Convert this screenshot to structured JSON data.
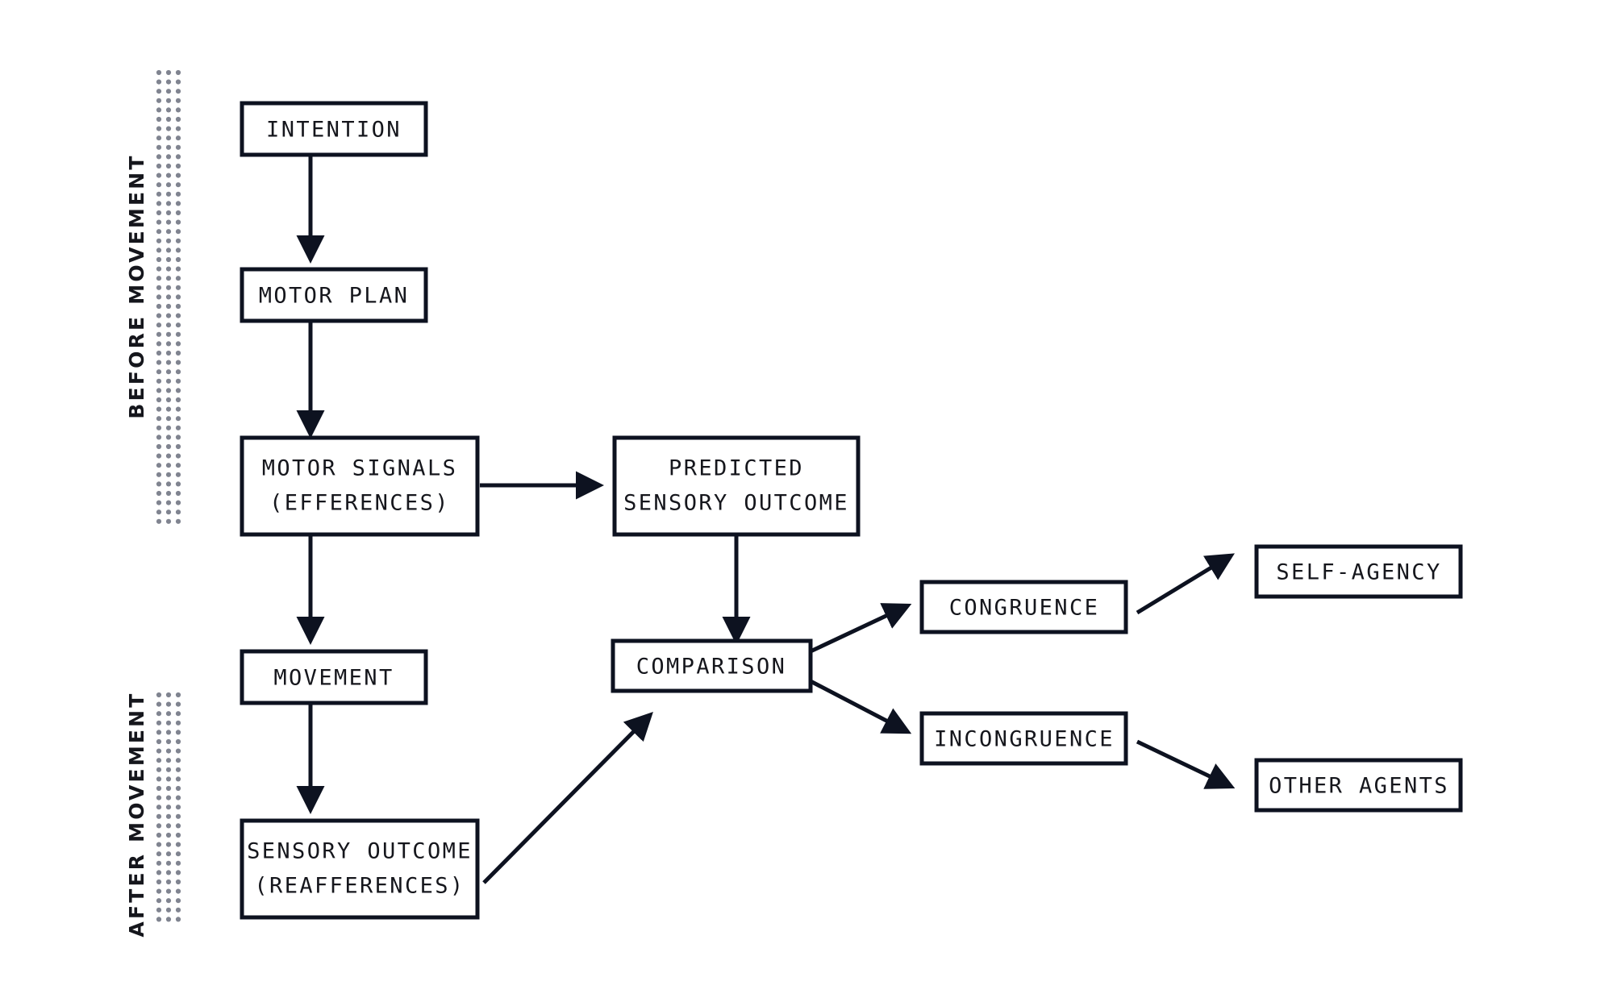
{
  "diagram": {
    "title": "Sense of agency comparator model flowchart",
    "background_color": "#ffffff",
    "stroke_color": "#0d1220",
    "text_color": "#15161c",
    "dot_color": "#808490",
    "phases": [
      {
        "id": "before",
        "label": "BEFORE MOVEMENT"
      },
      {
        "id": "after",
        "label": "AFTER MOVEMENT"
      }
    ],
    "nodes": [
      {
        "id": "intention",
        "label": "INTENTION",
        "lines": [
          "INTENTION"
        ]
      },
      {
        "id": "motor-plan",
        "label": "MOTOR PLAN",
        "lines": [
          "MOTOR PLAN"
        ]
      },
      {
        "id": "motor-signals",
        "label": "MOTOR SIGNALS (EFFERENCES)",
        "lines": [
          "MOTOR SIGNALS",
          "(EFFERENCES)"
        ]
      },
      {
        "id": "predicted-sensory",
        "label": "PREDICTED SENSORY OUTCOME",
        "lines": [
          "PREDICTED",
          "SENSORY OUTCOME"
        ]
      },
      {
        "id": "movement",
        "label": "MOVEMENT",
        "lines": [
          "MOVEMENT"
        ]
      },
      {
        "id": "comparison",
        "label": "COMPARISON",
        "lines": [
          "COMPARISON"
        ]
      },
      {
        "id": "sensory-outcome",
        "label": "SENSORY OUTCOME (REAFFERENCES)",
        "lines": [
          "SENSORY OUTCOME",
          "(REAFFERENCES)"
        ]
      },
      {
        "id": "congruence",
        "label": "CONGRUENCE",
        "lines": [
          "CONGRUENCE"
        ]
      },
      {
        "id": "incongruence",
        "label": "INCONGRUENCE",
        "lines": [
          "INCONGRUENCE"
        ]
      },
      {
        "id": "self-agency",
        "label": "SELF-AGENCY",
        "lines": [
          "SELF-AGENCY"
        ]
      },
      {
        "id": "other-agents",
        "label": "OTHER AGENTS",
        "lines": [
          "OTHER AGENTS"
        ]
      }
    ],
    "edges": [
      {
        "id": "e1",
        "from": "intention",
        "to": "motor-plan",
        "direction": "down"
      },
      {
        "id": "e2",
        "from": "motor-plan",
        "to": "motor-signals",
        "direction": "down"
      },
      {
        "id": "e3",
        "from": "motor-signals",
        "to": "predicted-sensory",
        "direction": "right"
      },
      {
        "id": "e4",
        "from": "motor-signals",
        "to": "movement",
        "direction": "down"
      },
      {
        "id": "e5",
        "from": "predicted-sensory",
        "to": "comparison",
        "direction": "down"
      },
      {
        "id": "e6",
        "from": "movement",
        "to": "sensory-outcome",
        "direction": "down"
      },
      {
        "id": "e7",
        "from": "sensory-outcome",
        "to": "comparison",
        "direction": "up-right"
      },
      {
        "id": "e8",
        "from": "comparison",
        "to": "congruence",
        "direction": "up-right"
      },
      {
        "id": "e9",
        "from": "comparison",
        "to": "incongruence",
        "direction": "down-right"
      },
      {
        "id": "e10",
        "from": "congruence",
        "to": "self-agency",
        "direction": "up-right"
      },
      {
        "id": "e11",
        "from": "incongruence",
        "to": "other-agents",
        "direction": "down-right"
      }
    ]
  }
}
